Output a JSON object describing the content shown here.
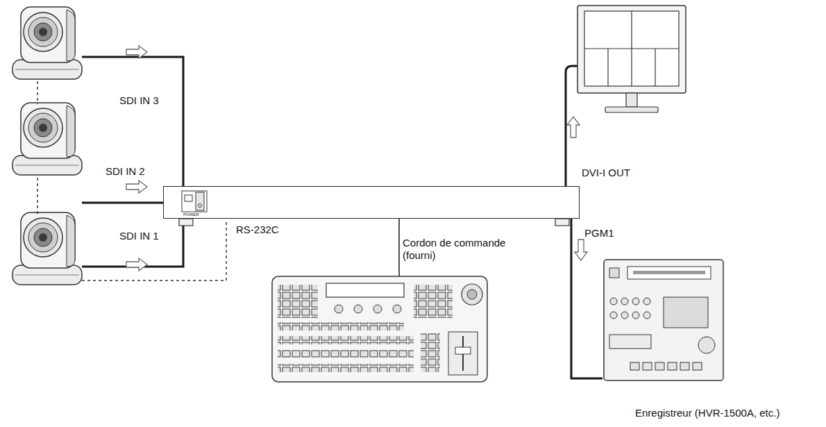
{
  "diagram": {
    "nodes": [
      {
        "text": [
          "POWER"
        ]
      },
      {
        "text": [
          "Enregistreur (HVR-1500A, etc.)"
        ]
      }
    ],
    "edges": [
      {
        "from": 0,
        "to": 1,
        "arrow": "to",
        "label": "PGM1"
      }
    ],
    "labels": [
      "SDI IN 3",
      "SDI IN 2",
      "SDI IN 1",
      "RS-232C",
      "Cordon de commande (fourni)",
      "DVI-I OUT"
    ]
  }
}
